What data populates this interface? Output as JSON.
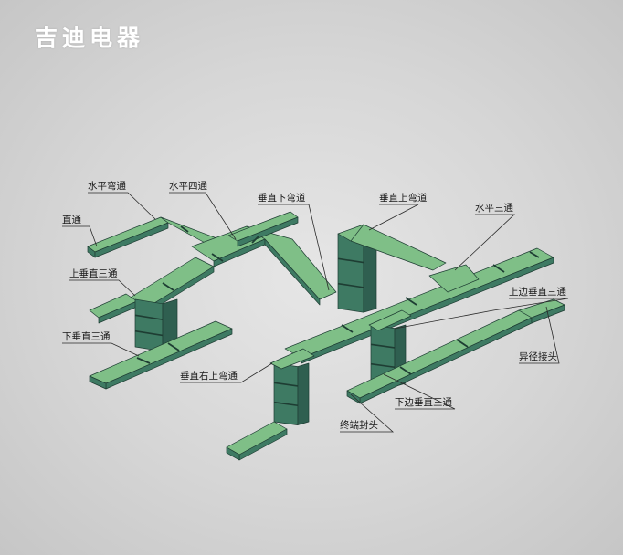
{
  "brand": "吉迪电器",
  "colors": {
    "top": "#7fbf87",
    "side": "#3e7a63",
    "dark": "#2f5f50",
    "edge": "#1e3d33"
  },
  "labels": {
    "horizontal_bend": "水平弯通",
    "horizontal_cross": "水平四通",
    "vertical_down_bend": "垂直下弯道",
    "vertical_up_bend": "垂直上弯道",
    "horizontal_tee": "水平三通",
    "straight": "直通",
    "upper_vertical_tee": "上垂直三通",
    "upper_side_vertical_tee": "上边垂直三通",
    "lower_vertical_tee": "下垂直三通",
    "reducer": "异径接头",
    "vertical_right_up_bend": "垂直右上弯通",
    "lower_side_vertical_tee": "下边垂直三通",
    "end_cap": "终端封头"
  }
}
